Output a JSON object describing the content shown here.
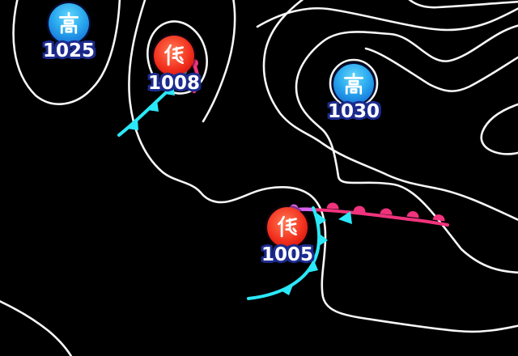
{
  "map_type": "surface-pressure-weather-map",
  "pressure_systems": {
    "high_nw": {
      "kanji": "高",
      "value": "1025"
    },
    "low_n": {
      "kanji": "低",
      "value": "1008"
    },
    "high_e": {
      "kanji": "高",
      "value": "1030"
    },
    "low_c": {
      "kanji": "低",
      "value": "1005"
    }
  },
  "colors": {
    "background": "#000000",
    "isobar": "#ffffff",
    "cold_front": "#2be8f8",
    "warm_front": "#f0337c",
    "occluded_front": "#d863ef",
    "high_marker_inner": "#63d6fa",
    "high_marker_outer": "#0d5bd0",
    "low_marker_inner": "#ff7a55",
    "low_marker_outer": "#bd0504",
    "label_text": "#ffffff",
    "label_outline": "#1c2b8e"
  }
}
